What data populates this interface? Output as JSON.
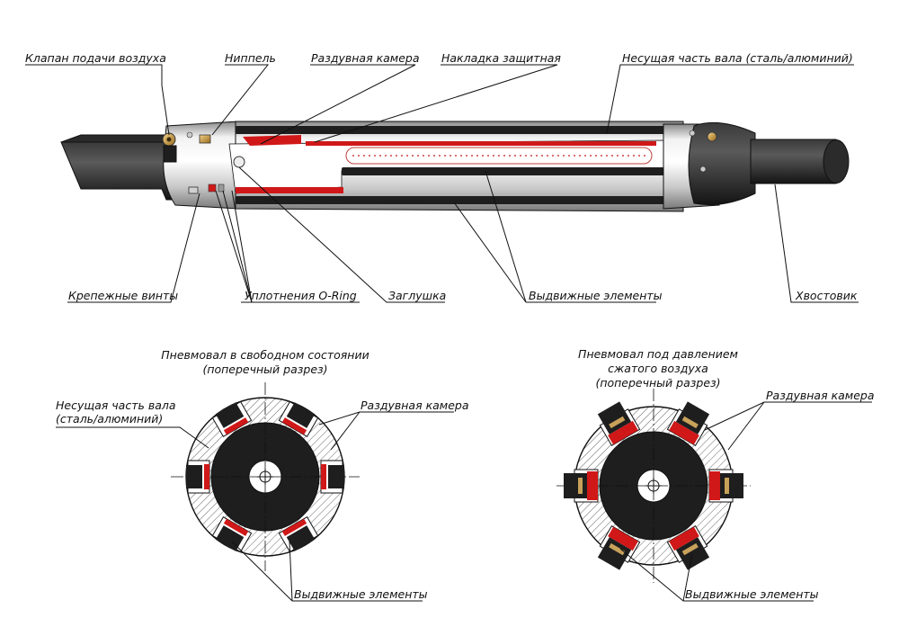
{
  "labels": {
    "valve": "Клапан подачи воздуха",
    "nipple": "Ниппель",
    "chamber": "Раздувная камера",
    "cover": "Накладка защитная",
    "shaft_body": "Несущая часть вала (сталь/алюминий)",
    "screws": "Крепежные винты",
    "orings": "Уплотнения O-Ring",
    "plug": "Заглушка",
    "elements": "Выдвижные элементы",
    "tail": "Хвостовик"
  },
  "section_left": {
    "title_line1": "Пневмовал в свободном состоянии",
    "title_line2": "(поперечный разрез)",
    "body_line1": "Несущая часть вала",
    "body_line2": "(сталь/алюминий)",
    "chamber": "Раздувная камера",
    "elements": "Выдвижные элементы"
  },
  "section_right": {
    "title_line1": "Пневмовал под давлением",
    "title_line2": "сжатого воздуха",
    "title_line3": "(поперечный разрез)",
    "chamber": "Раздувная камера",
    "elements": "Выдвижные элементы"
  },
  "colors": {
    "outline": "#111111",
    "rubber": "#1e1e1e",
    "chamber_red": "#d01818",
    "metal_light": "#e6e6e6",
    "metal_mid": "#b4b4b4",
    "hatch": "#555555"
  }
}
